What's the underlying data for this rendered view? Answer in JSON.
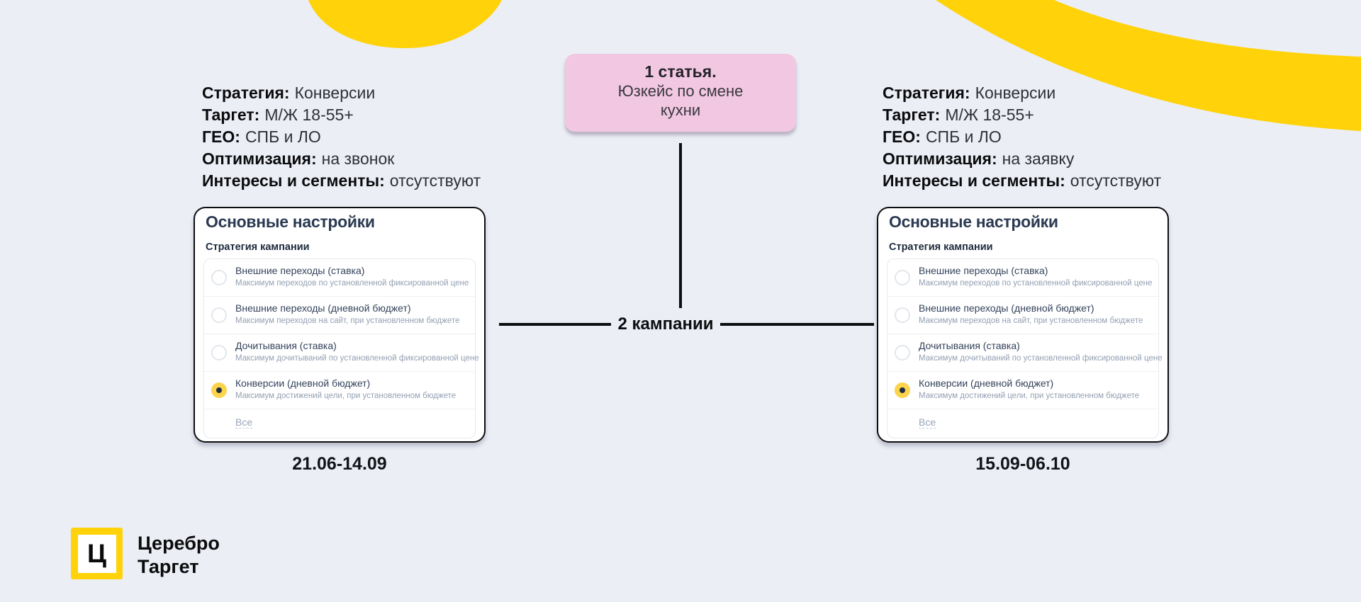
{
  "colors": {
    "background": "#ebeef5",
    "accent_yellow": "#ffd20a",
    "node_pink": "#f2c7e2",
    "selected_radio_yellow": "#fbd44c",
    "card_border": "#0e0e11"
  },
  "article_node": {
    "title": "1 статья.",
    "subtitle_line1": "Юзкейс по смене",
    "subtitle_line2": "кухни"
  },
  "connector": {
    "label": "2 кампании"
  },
  "campaigns": {
    "left": {
      "specs": [
        {
          "label": "Стратегия:",
          "value": "Конверсии"
        },
        {
          "label": "Таргет:",
          "value": "М/Ж 18-55+"
        },
        {
          "label": "ГЕО:",
          "value": "СПБ и ЛО"
        },
        {
          "label": "Оптимизация:",
          "value": "на звонок"
        },
        {
          "label": "Интересы и сегменты:",
          "value": "отсутствуют"
        }
      ],
      "dates": "21.06-14.09"
    },
    "right": {
      "specs": [
        {
          "label": "Стратегия:",
          "value": "Конверсии"
        },
        {
          "label": "Таргет:",
          "value": "М/Ж 18-55+"
        },
        {
          "label": "ГЕО:",
          "value": "СПБ и ЛО"
        },
        {
          "label": "Оптимизация:",
          "value": "на заявку"
        },
        {
          "label": "Интересы и сегменты:",
          "value": "отсутствуют"
        }
      ],
      "dates": "15.09-06.10"
    }
  },
  "settings_card": {
    "title": "Основные настройки",
    "section_label": "Стратегия кампании",
    "options": [
      {
        "title": "Внешние переходы (ставка)",
        "description": "Максимум переходов по установленной фиксированной цене",
        "selected": false
      },
      {
        "title": "Внешние переходы (дневной бюджет)",
        "description": "Максимум переходов на сайт, при установленном бюджете",
        "selected": false
      },
      {
        "title": "Дочитывания (ставка)",
        "description": "Максимум дочитываний по установленной фиксированной цене",
        "selected": false
      },
      {
        "title": "Конверсии (дневной бюджет)",
        "description": "Максимум достижений цели, при установленном бюджете",
        "selected": true
      }
    ],
    "all_label": "Все"
  },
  "logo": {
    "glyph": "Ц",
    "name_line1": "Церебро",
    "name_line2": "Таргет"
  }
}
